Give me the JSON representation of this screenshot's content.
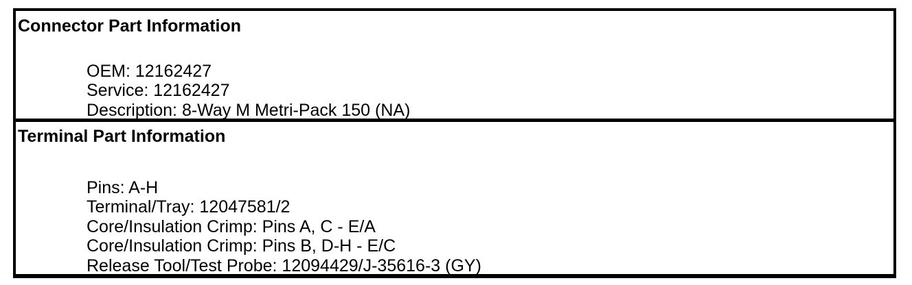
{
  "colors": {
    "border": "#000000",
    "text": "#000000",
    "background": "#ffffff"
  },
  "sections": [
    {
      "title": "Connector Part Information",
      "lines": [
        "OEM: 12162427",
        "Service: 12162427",
        "Description: 8-Way M Metri-Pack 150 (NA)"
      ]
    },
    {
      "title": "Terminal Part Information",
      "lines": [
        "Pins: A-H",
        "Terminal/Tray: 12047581/2",
        "Core/Insulation Crimp: Pins A, C - E/A",
        "Core/Insulation Crimp: Pins B, D-H - E/C",
        "Release Tool/Test Probe: 12094429/J-35616-3 (GY)"
      ]
    }
  ]
}
